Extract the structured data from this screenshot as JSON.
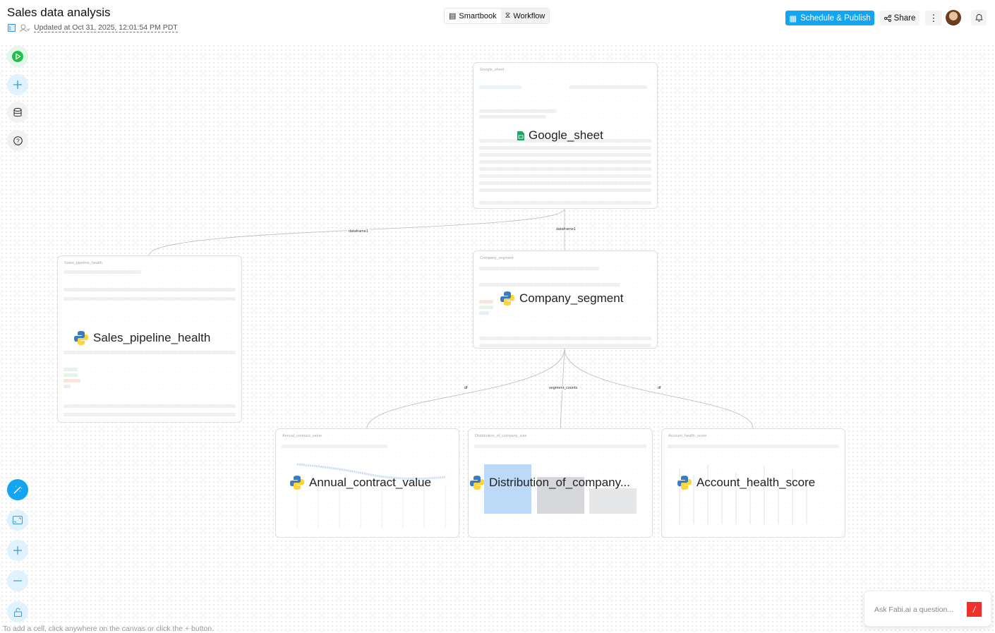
{
  "header": {
    "title": "Sales data analysis",
    "updated": "Updated at Oct 31, 2025, 12:01:54 PM PDT"
  },
  "view_tabs": [
    {
      "label": "Smartbook",
      "selected": false
    },
    {
      "label": "Workflow",
      "selected": true
    }
  ],
  "actions": {
    "publish": "Schedule & Publish",
    "share": "Share",
    "more": "⋮"
  },
  "colors": {
    "accent": "#12a5f4",
    "fabi": "#f0302b"
  },
  "cells": [
    {
      "name": "Google_sheet",
      "label": "Google_sheet",
      "icon": "google-sheet-icon"
    },
    {
      "name": "Company_segment",
      "label": "Company_segment",
      "icon": "python-icon"
    },
    {
      "name": "Sales_pipeline_health",
      "label": "Sales_pipeline_health",
      "icon": "python-icon"
    },
    {
      "name": "Annual_contract_value",
      "label": "Annual_contract_value",
      "icon": "python-icon"
    },
    {
      "name": "Distribution_of_company_size",
      "label": "Distribution_of_company...",
      "icon": "python-icon"
    },
    {
      "name": "Account_health_score",
      "label": "Account_health_score",
      "icon": "python-icon"
    }
  ],
  "edges": [
    {
      "from": "Google_sheet",
      "to": "Sales_pipeline_health",
      "label": "dataframe1"
    },
    {
      "from": "Google_sheet",
      "to": "Company_segment",
      "label": "dataframe1"
    },
    {
      "from": "Company_segment",
      "to": "Annual_contract_value",
      "label": "df"
    },
    {
      "from": "Company_segment",
      "to": "Distribution_of_company_size",
      "label": "segment_counts"
    },
    {
      "from": "Company_segment",
      "to": "Account_health_score",
      "label": "df"
    }
  ],
  "hint": "To add a cell, click anywhere on the canvas or click the + button.",
  "ask": {
    "placeholder": "Ask Fabi.ai a question..."
  }
}
